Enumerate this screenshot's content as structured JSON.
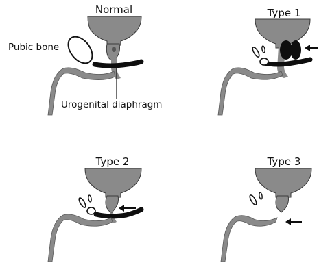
{
  "panels": [
    {
      "id": "normal",
      "title": "Normal"
    },
    {
      "id": "type1",
      "title": "Type 1"
    },
    {
      "id": "type2",
      "title": "Type 2"
    },
    {
      "id": "type3",
      "title": "Type 3"
    }
  ],
  "labels": {
    "pubic_bone": "Pubic bone",
    "urogenital_diaphragm": "Urogenital diaphragm"
  },
  "colors": {
    "tissue_gray": "#8a8a8a",
    "outline_dark": "#141414",
    "diaphragm_black": "#0e0e0e",
    "background": "#ffffff"
  },
  "icons": {
    "arrow": "arrow-left-icon",
    "bone": "pubic-bone-icon"
  }
}
